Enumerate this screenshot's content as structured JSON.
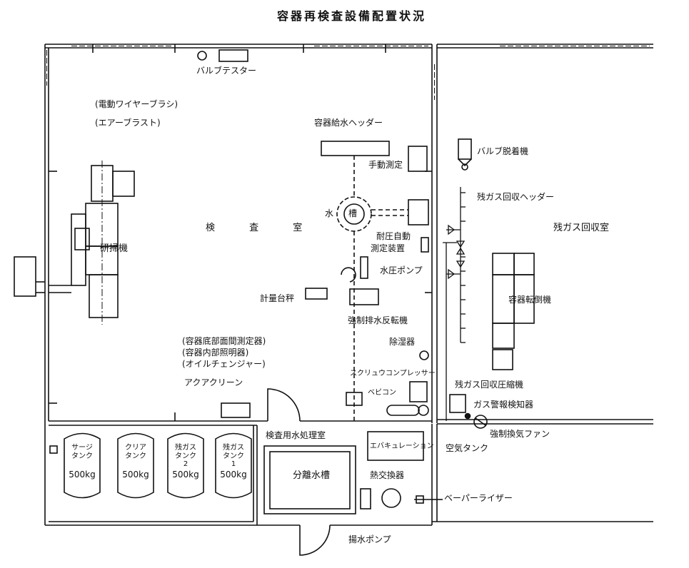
{
  "title": "容器再検査設備配置状況",
  "labels": {
    "valve_tester": "バルブテスター",
    "wire_brush": "(電動ワイヤーブラシ)",
    "air_blast": "(エアーブラスト)",
    "water_header": "容器給水ヘッダー",
    "manual_test": "手動測定",
    "polisher": "研掃機",
    "inspection_room": "検 査 室",
    "water": "水",
    "tank": "槽",
    "auto_tester_1": "耐圧自動",
    "auto_tester_2": "測定装置",
    "pressure_pump": "水圧ポンプ",
    "scale": "計量台秤",
    "drain_flipper": "強制排水反転機",
    "bottom_gauge": "(容器底部面間測定器)",
    "interior_light": "(容器内部照明器)",
    "oil_changer": "(オイルチェンジャー)",
    "dehumidifier": "除湿器",
    "screw_compressor": "スクリュウコンプレッサー",
    "bebicon": "ベビコン",
    "aqua_clean": "アクアクリーン",
    "valve_remover": "バルブ脱着機",
    "residual_header": "残ガス回収ヘッダー",
    "residual_room": "残ガス回収室",
    "tilter": "容器転倒機",
    "residual_compressor": "残ガス回収圧縮機",
    "gas_detector": "ガス警報検知器",
    "exhaust_fan": "強制換気ファン",
    "water_treatment": "検査用水処理室",
    "circulation": "エバキュレーション",
    "separation_tank": "分離水槽",
    "heat_exchanger": "熱交換器",
    "air_tank": "空気タンク",
    "vaporizer": "ベーパーライザー",
    "lift_pump": "揚水ポンプ"
  },
  "tanks": [
    {
      "line1": "サージ",
      "line2": "タンク",
      "line3": "",
      "capacity": "500kg"
    },
    {
      "line1": "クリア",
      "line2": "タンク",
      "line3": "",
      "capacity": "500kg"
    },
    {
      "line1": "残ガス",
      "line2": "タンク",
      "line3": "2",
      "capacity": "500kg"
    },
    {
      "line1": "残ガス",
      "line2": "タンク",
      "line3": "1",
      "capacity": "500kg"
    }
  ]
}
